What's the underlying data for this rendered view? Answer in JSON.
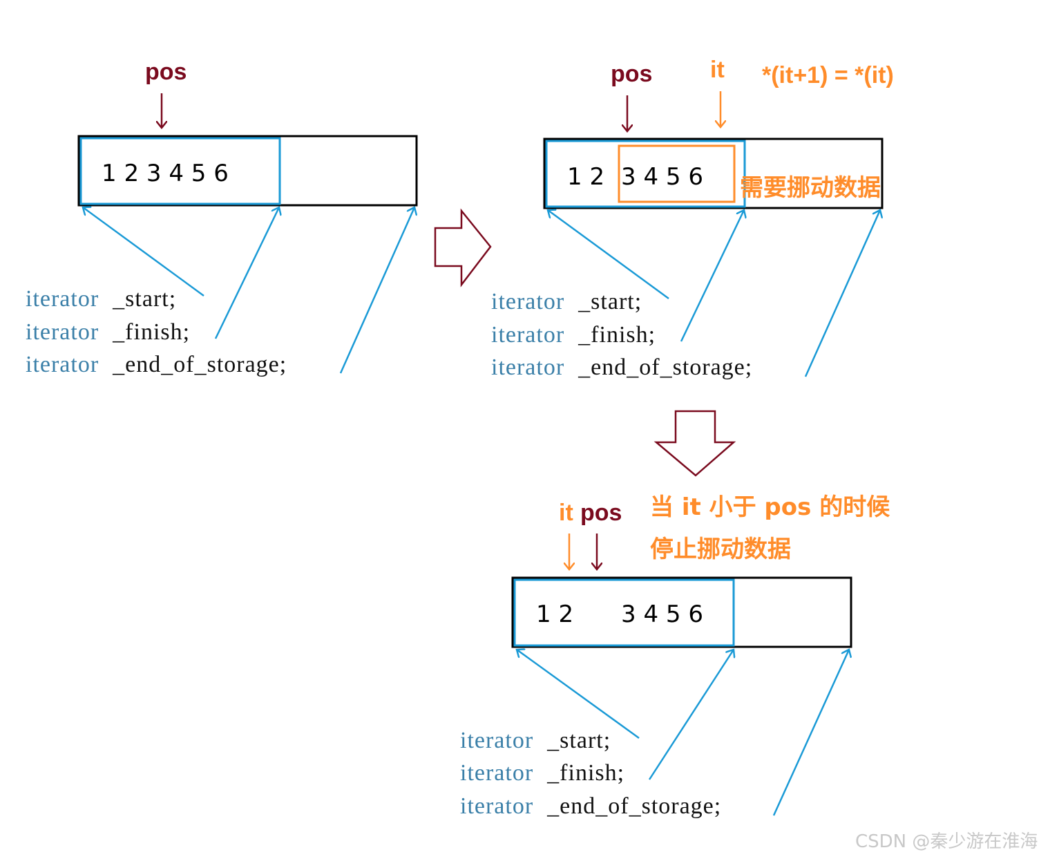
{
  "colors": {
    "blue": "#1a9ad6",
    "dark_red": "#7a0a1e",
    "orange": "#ff8c2a",
    "code_blue": "#3a7fa8",
    "code_dark": "#111111"
  },
  "panel1": {
    "pos_label": "pos",
    "numbers": "1 2 3 4 5 6",
    "code": {
      "line1_kw": "iterator",
      "line1_var": "_start;",
      "line2_kw": "iterator",
      "line2_var": "_finish;",
      "line3_kw": "iterator",
      "line3_var": "_end_of_storage;"
    }
  },
  "panel2": {
    "pos_label": "pos",
    "it_label": "it",
    "formula": "*(it+1) = *(it)",
    "numbers_left": "1 2",
    "numbers_right": "3 4 5 6",
    "move_note": "需要挪动数据",
    "code": {
      "line1_kw": "iterator",
      "line1_var": "_start;",
      "line2_kw": "iterator",
      "line2_var": "_finish;",
      "line3_kw": "iterator",
      "line3_var": "_end_of_storage;"
    }
  },
  "panel3": {
    "it_label": "it",
    "pos_label": "pos",
    "note_line1": "当 it 小于 pos 的时候",
    "note_line2": "停止挪动数据",
    "numbers_left": "1 2",
    "numbers_right": "3 4 5 6",
    "code": {
      "line1_kw": "iterator",
      "line1_var": "_start;",
      "line2_kw": "iterator",
      "line2_var": "_finish;",
      "line3_kw": "iterator",
      "line3_var": "_end_of_storage;"
    }
  },
  "watermark": "CSDN @秦少游在淮海"
}
